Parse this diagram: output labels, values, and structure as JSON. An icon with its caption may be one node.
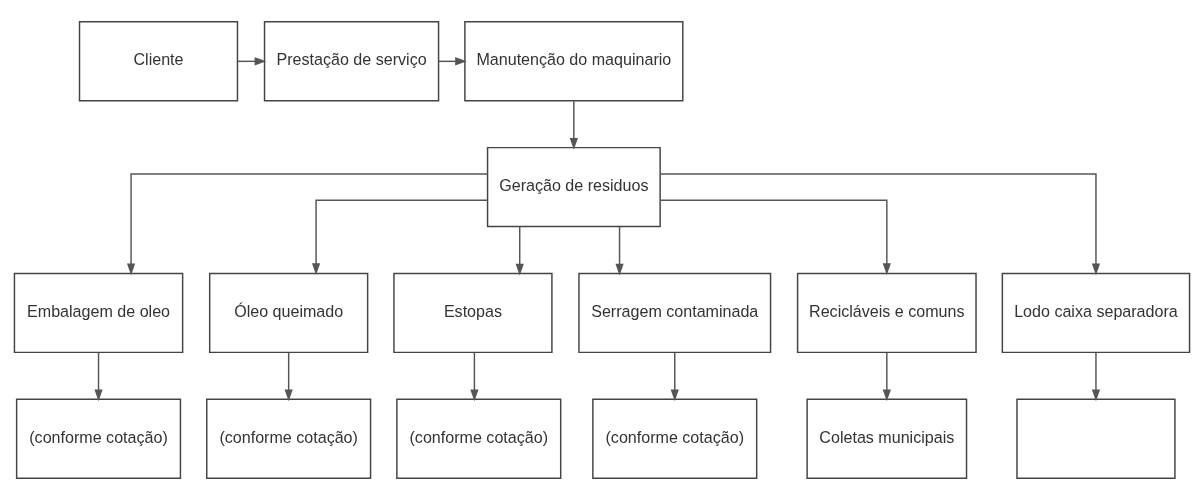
{
  "diagram": {
    "nodes": [
      {
        "text": [
          "Cliente"
        ]
      },
      {
        "text": [
          "Prestação de serviço"
        ]
      },
      {
        "text": [
          "Manutenção do maquinario"
        ]
      },
      {
        "text": [
          "Geração de residuos"
        ]
      },
      {
        "text": [
          "Embalagem de oleo"
        ]
      },
      {
        "text": [
          "Óleo queimado"
        ]
      },
      {
        "text": [
          "Estopas"
        ]
      },
      {
        "text": [
          "Serragem contaminada"
        ]
      },
      {
        "text": [
          "Recicláveis e comuns"
        ]
      },
      {
        "text": [
          "Lodo caixa separadora"
        ]
      },
      {
        "text": [
          "(conforme cotação)"
        ]
      },
      {
        "text": [
          "(conforme cotação)"
        ]
      },
      {
        "text": [
          "(conforme cotação)"
        ]
      },
      {
        "text": [
          "(conforme cotação)"
        ]
      },
      {
        "text": [
          "Coletas municipais"
        ]
      },
      {
        "text": [],
        "shape": "box"
      }
    ],
    "edges": [
      {
        "from": 0,
        "to": 1,
        "arrow": "to"
      },
      {
        "from": 1,
        "to": 2,
        "arrow": "to"
      },
      {
        "from": 2,
        "to": 3,
        "arrow": "to"
      },
      {
        "from": 3,
        "to": 4,
        "arrow": "to"
      },
      {
        "from": 3,
        "to": 5,
        "arrow": "to"
      },
      {
        "from": 3,
        "to": 6,
        "arrow": "to"
      },
      {
        "from": 3,
        "to": 7,
        "arrow": "to"
      },
      {
        "from": 3,
        "to": 8,
        "arrow": "to"
      },
      {
        "from": 3,
        "to": 9,
        "arrow": "to"
      },
      {
        "from": 4,
        "to": 10,
        "arrow": "to"
      },
      {
        "from": 5,
        "to": 11,
        "arrow": "to"
      },
      {
        "from": 6,
        "to": 12,
        "arrow": "to"
      },
      {
        "from": 7,
        "to": 13,
        "arrow": "to"
      },
      {
        "from": 8,
        "to": 14,
        "arrow": "to"
      },
      {
        "from": 9,
        "to": 15,
        "arrow": "to"
      }
    ]
  }
}
